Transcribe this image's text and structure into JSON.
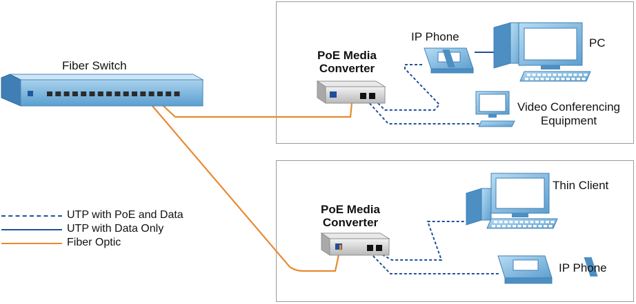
{
  "switch": {
    "label": "Fiber Switch"
  },
  "top_group": {
    "converter_label": [
      "PoE Media",
      "Converter"
    ],
    "ip_phone_label": "IP Phone",
    "pc_label": "PC",
    "video_label": [
      "Video Conferencing",
      "Equipment"
    ]
  },
  "bottom_group": {
    "converter_label": [
      "PoE Media",
      "Converter"
    ],
    "thin_client_label": "Thin Client",
    "ip_phone_label": "IP Phone"
  },
  "legend": [
    {
      "label": "UTP with PoE and Data",
      "style": "dashed",
      "color": "#1f4e9b"
    },
    {
      "label": "UTP with Data Only",
      "style": "solid",
      "color": "#1f4e9b"
    },
    {
      "label": "Fiber Optic",
      "style": "solid",
      "color": "#e8892e"
    }
  ],
  "colors": {
    "fiber": "#e8892e",
    "utp": "#1f4e9b",
    "device_blue": "#6aaed6",
    "box_border": "#9a9a9a"
  }
}
